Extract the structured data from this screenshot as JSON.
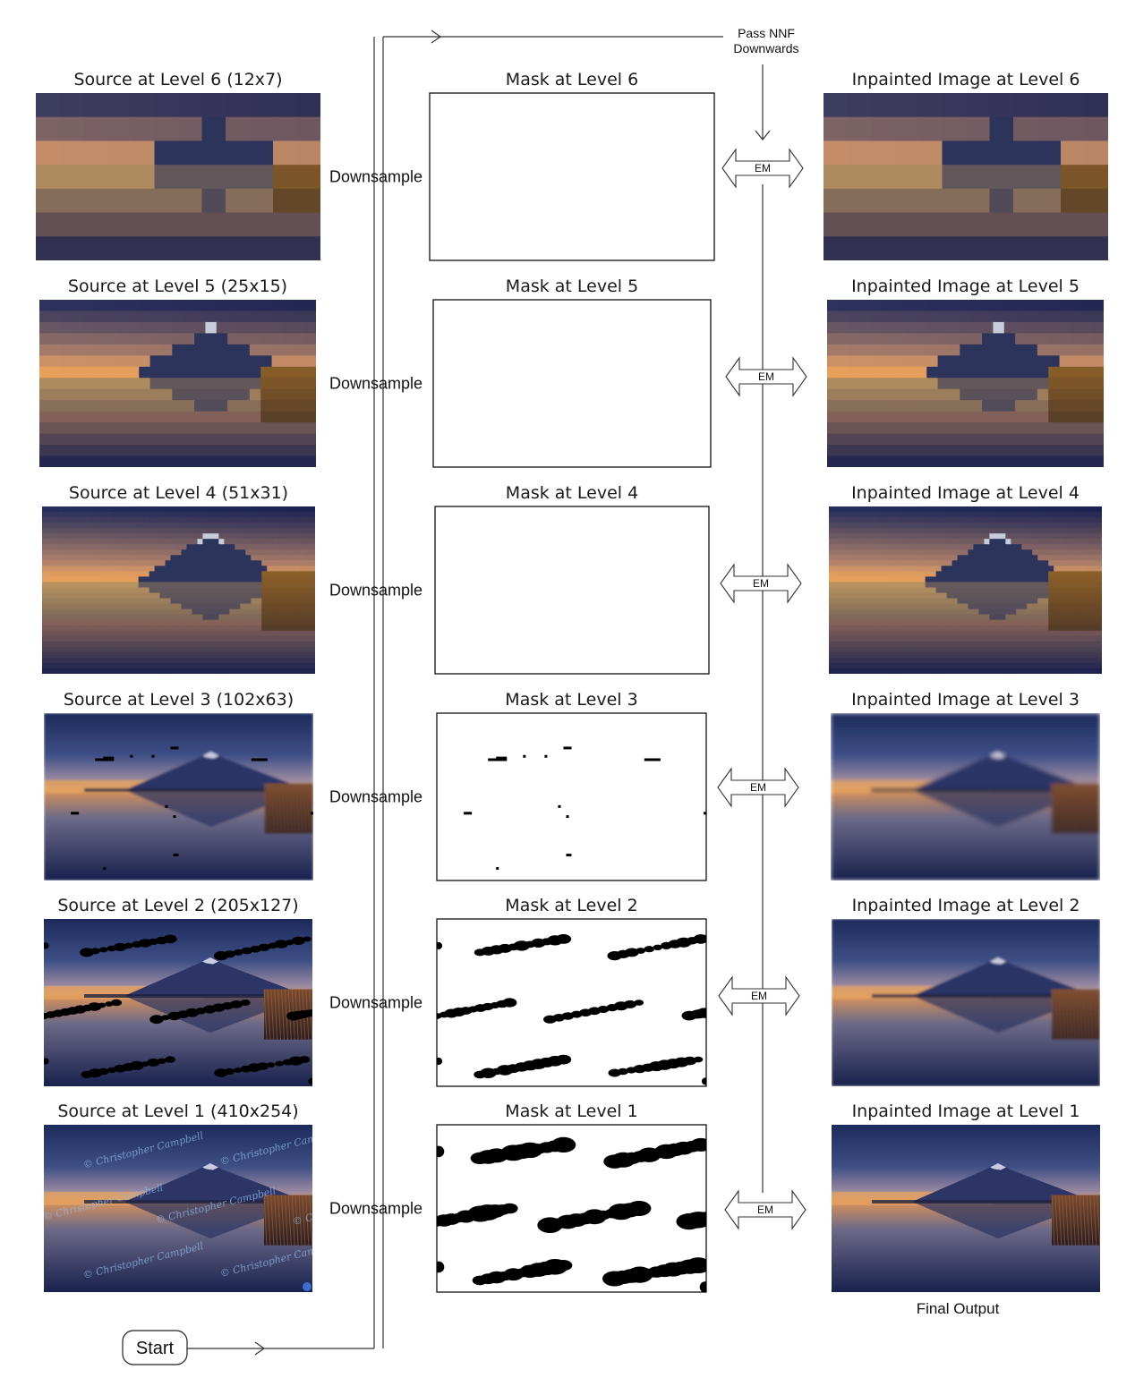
{
  "rows": [
    {
      "level": 6,
      "source_title": "Source at Level 6 (12x7)",
      "mask_title": "Mask at Level 6",
      "inpaint_title": "Inpainted Image at Level 6"
    },
    {
      "level": 5,
      "source_title": "Source at Level 5 (25x15)",
      "mask_title": "Mask at Level 5",
      "inpaint_title": "Inpainted Image at Level 5"
    },
    {
      "level": 4,
      "source_title": "Source at Level 4 (51x31)",
      "mask_title": "Mask at Level 4",
      "inpaint_title": "Inpainted Image at Level 4"
    },
    {
      "level": 3,
      "source_title": "Source at Level 3 (102x63)",
      "mask_title": "Mask at Level 3",
      "inpaint_title": "Inpainted Image at Level 3"
    },
    {
      "level": 2,
      "source_title": "Source at Level 2 (205x127)",
      "mask_title": "Mask at Level 2",
      "inpaint_title": "Inpainted Image at Level 2"
    },
    {
      "level": 1,
      "source_title": "Source at Level 1 (410x254)",
      "mask_title": "Mask at Level 1",
      "inpaint_title": "Inpainted Image at Level 1"
    }
  ],
  "downsample_label": "Downsample",
  "em_label": "EM",
  "pass_nnf_label": [
    "Pass NNF",
    "Downwards"
  ],
  "start_label": "Start",
  "final_output_label": "Final Output",
  "watermark_text": "© Christopher Campbell"
}
